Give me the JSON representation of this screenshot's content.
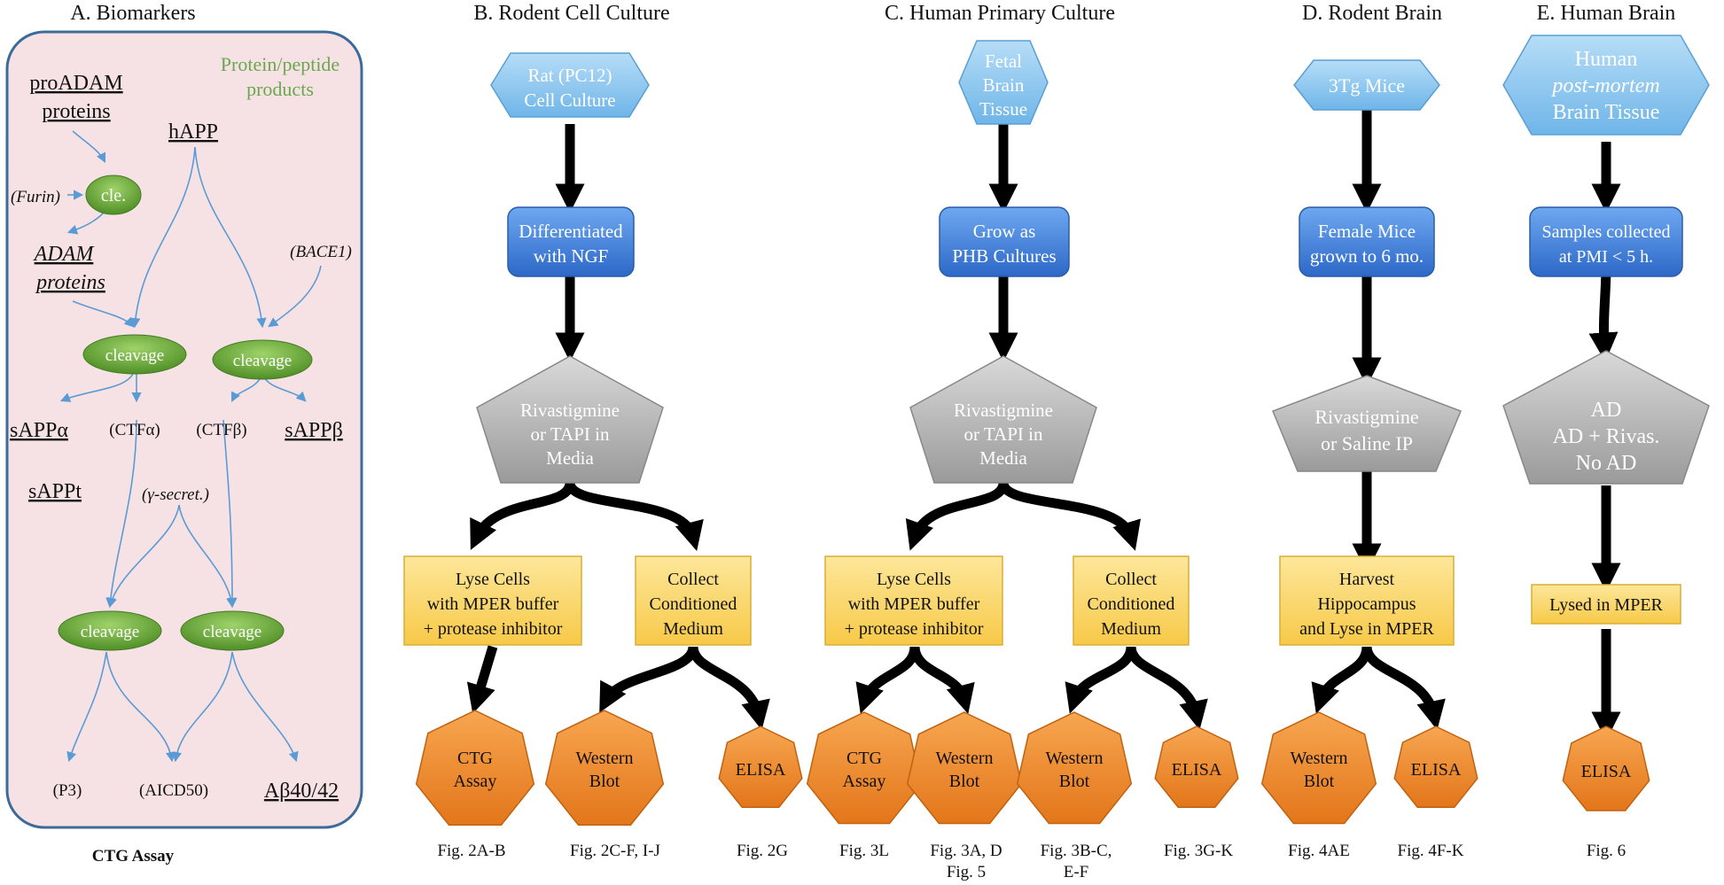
{
  "panel_a": {
    "title": "A. Biomarkers",
    "products_label_1": "Protein/peptide",
    "products_label_2": "products",
    "proadam_1": "proADAM",
    "proadam_2": "proteins",
    "happ": "hAPP",
    "furin": "(Furin)",
    "cle": "cle.",
    "adam_1": "ADAM",
    "adam_2": "proteins",
    "bace1": "(BACE1)",
    "cleavage_1": "cleavage",
    "cleavage_2": "cleavage",
    "cleavage_3": "cleavage",
    "cleavage_4": "cleavage",
    "sapp_alpha": "sAPPα",
    "ctf_alpha": "(CTFα)",
    "ctf_beta": "(CTFβ)",
    "sapp_beta": "sAPPβ",
    "sappt": "sAPPt",
    "gamma_secret": "(γ-secret.)",
    "p3": "(P3)",
    "aicd50": "(AICD50)",
    "abeta": "Aβ40/42",
    "footer": "CTG Assay"
  },
  "panel_b": {
    "title": "B. Rodent Cell Culture",
    "source_1": "Rat (PC12)",
    "source_2": "Cell Culture",
    "prep_1": "Differentiated",
    "prep_2": "with NGF",
    "treat_1": "Rivastigmine",
    "treat_2": "or TAPI in",
    "treat_3": "Media",
    "lyse_1": "Lyse Cells",
    "lyse_2": "with MPER buffer",
    "lyse_3": "+ protease inhibitor",
    "collect_1": "Collect",
    "collect_2": "Conditioned",
    "collect_3": "Medium",
    "assay1_1": "CTG",
    "assay1_2": "Assay",
    "assay2_1": "Western",
    "assay2_2": "Blot",
    "assay3_1": "ELISA",
    "fig1": "Fig. 2A-B",
    "fig2": "Fig. 2C-F, I-J",
    "fig3": "Fig. 2G"
  },
  "panel_c": {
    "title": "C. Human Primary Culture",
    "source_1": "Fetal",
    "source_2": "Brain",
    "source_3": "Tissue",
    "prep_1": "Grow as",
    "prep_2": "PHB Cultures",
    "treat_1": "Rivastigmine",
    "treat_2": "or TAPI in",
    "treat_3": "Media",
    "lyse_1": "Lyse Cells",
    "lyse_2": "with MPER buffer",
    "lyse_3": "+ protease inhibitor",
    "collect_1": "Collect",
    "collect_2": "Conditioned",
    "collect_3": "Medium",
    "assay1_1": "CTG",
    "assay1_2": "Assay",
    "assay2_1": "Western",
    "assay2_2": "Blot",
    "assay3_1": "Western",
    "assay3_2": "Blot",
    "assay4_1": "ELISA",
    "fig1": "Fig. 3L",
    "fig2_1": "Fig. 3A, D",
    "fig2_2": "Fig. 5",
    "fig3_1": "Fig. 3B-C,",
    "fig3_2": "E-F",
    "fig4": "Fig. 3G-K"
  },
  "panel_d": {
    "title": "D. Rodent Brain",
    "source_1": "3Tg Mice",
    "prep_1": "Female Mice",
    "prep_2": "grown to 6 mo.",
    "treat_1": "Rivastigmine",
    "treat_2": "or  Saline IP",
    "harvest_1": "Harvest",
    "harvest_2": "Hippocampus",
    "harvest_3": "and Lyse in MPER",
    "assay1_1": "Western",
    "assay1_2": "Blot",
    "assay2_1": "ELISA",
    "fig1": "Fig. 4AE",
    "fig2": "Fig. 4F-K"
  },
  "panel_e": {
    "title": "E. Human Brain",
    "source_1": "Human",
    "source_2": "post-mortem",
    "source_3": "Brain Tissue",
    "prep_1": "Samples collected",
    "prep_2": "at PMI < 5 h.",
    "treat_1": "AD",
    "treat_2": "AD + Rivas.",
    "treat_3": "No AD",
    "lyse_1": "Lysed in MPER",
    "assay1_1": "ELISA",
    "fig1": "Fig. 6"
  },
  "colors": {
    "panel_bg": "#f6e2e4",
    "panel_border": "#3d6b99",
    "green_oval": "#6fae3c",
    "green_text": "#6aa84f",
    "connector_blue": "#5b9bd5",
    "hex_light_blue": "#8ec9ee",
    "box_blue": "#3f7fd8",
    "pentagon_gray": "#b5b5b5",
    "box_yellow": "#fbd767",
    "heptagon_orange": "#f08a24"
  }
}
